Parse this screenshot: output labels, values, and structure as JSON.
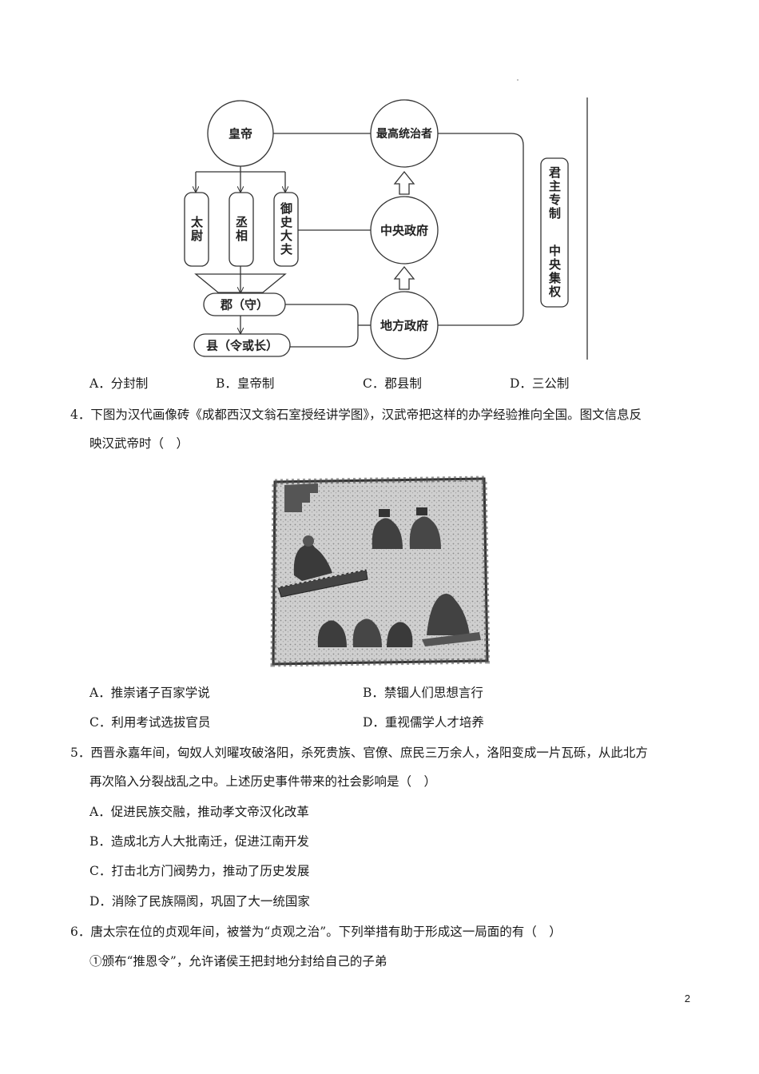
{
  "diagram": {
    "emperor": "皇帝",
    "taiwei": "太尉",
    "chengxiang": "丞相",
    "yushi": "御史大夫",
    "jun": "郡（守）",
    "xian": "县（令或长）",
    "supreme_ruler": "最高统治者",
    "central_gov": "中央政府",
    "local_gov": "地方政府",
    "side_top": "君主专制",
    "side_bottom": "中央集权"
  },
  "q3_options": {
    "a": "A．分封制",
    "b": "B．皇帝制",
    "c": "C．郡县制",
    "d": "D．三公制"
  },
  "q4": {
    "stem_line1": "4．下图为汉代画像砖《成都西汉文翁石室授经讲学图》，汉武帝把这样的办学经验推向全国。图文信息反",
    "stem_line2": "映汉武帝时（　）",
    "image_icon": "han-brick-relief-image",
    "a": "A．推崇诸子百家学说",
    "b": "B．禁锢人们思想言行",
    "c": "C．利用考试选拔官员",
    "d": "D．重视儒学人才培养"
  },
  "q5": {
    "stem_line1": "5．西晋永嘉年间，匈奴人刘曜攻破洛阳，杀死贵族、官僚、庶民三万余人，洛阳变成一片瓦砾，从此北方",
    "stem_line2": "再次陷入分裂战乱之中。上述历史事件带来的社会影响是（　）",
    "a": "A．促进民族交融，推动孝文帝汉化改革",
    "b": "B．造成北方人大批南迁，促进江南开发",
    "c": "C．打击北方门阀势力，推动了历史发展",
    "d": "D．消除了民族隔阂，巩固了大一统国家"
  },
  "q6": {
    "stem": "6．唐太宗在位的贞观年间，被誉为“贞观之治”。下列举措有助于形成这一局面的有（　）",
    "item1": "①颁布“推恩令”，允许诸侯王把封地分封给自己的子弟"
  },
  "page_number": "2"
}
